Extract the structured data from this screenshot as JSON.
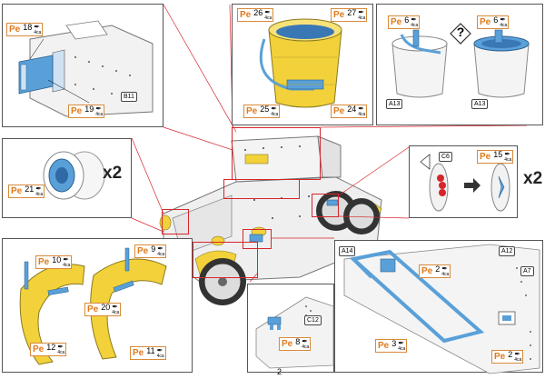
{
  "page_number": "2",
  "multiplier_label": "x2",
  "tool_label": "4ca",
  "pe_prefix": "Pe",
  "part_labels": {
    "B11": "B11",
    "A13": "A13",
    "C6": "C6",
    "A14": "A14",
    "A12": "A12",
    "A7": "A7",
    "C12": "C12"
  },
  "panels": {
    "top_left": {
      "parts": [
        "18",
        "19"
      ]
    },
    "top_right": {
      "parts": [
        "26",
        "27",
        "25",
        "24"
      ]
    },
    "top_right_alt": {
      "parts": [
        "6",
        "6"
      ],
      "question_mark": "?"
    },
    "mid_left": {
      "parts": [
        "21"
      ]
    },
    "mid_right": {
      "parts": [
        "15"
      ]
    },
    "bottom_left": {
      "parts": [
        "10",
        "9",
        "20",
        "12",
        "11"
      ]
    },
    "bottom_mid": {
      "parts": [
        "8"
      ]
    },
    "bottom_right": {
      "parts": [
        "2",
        "3",
        "2"
      ]
    }
  },
  "colors": {
    "pe_orange": "#e07a1c",
    "highlight_red": "#d6252b",
    "part_blue": "#5aa0d8",
    "part_yellow": "#f2d13a"
  }
}
